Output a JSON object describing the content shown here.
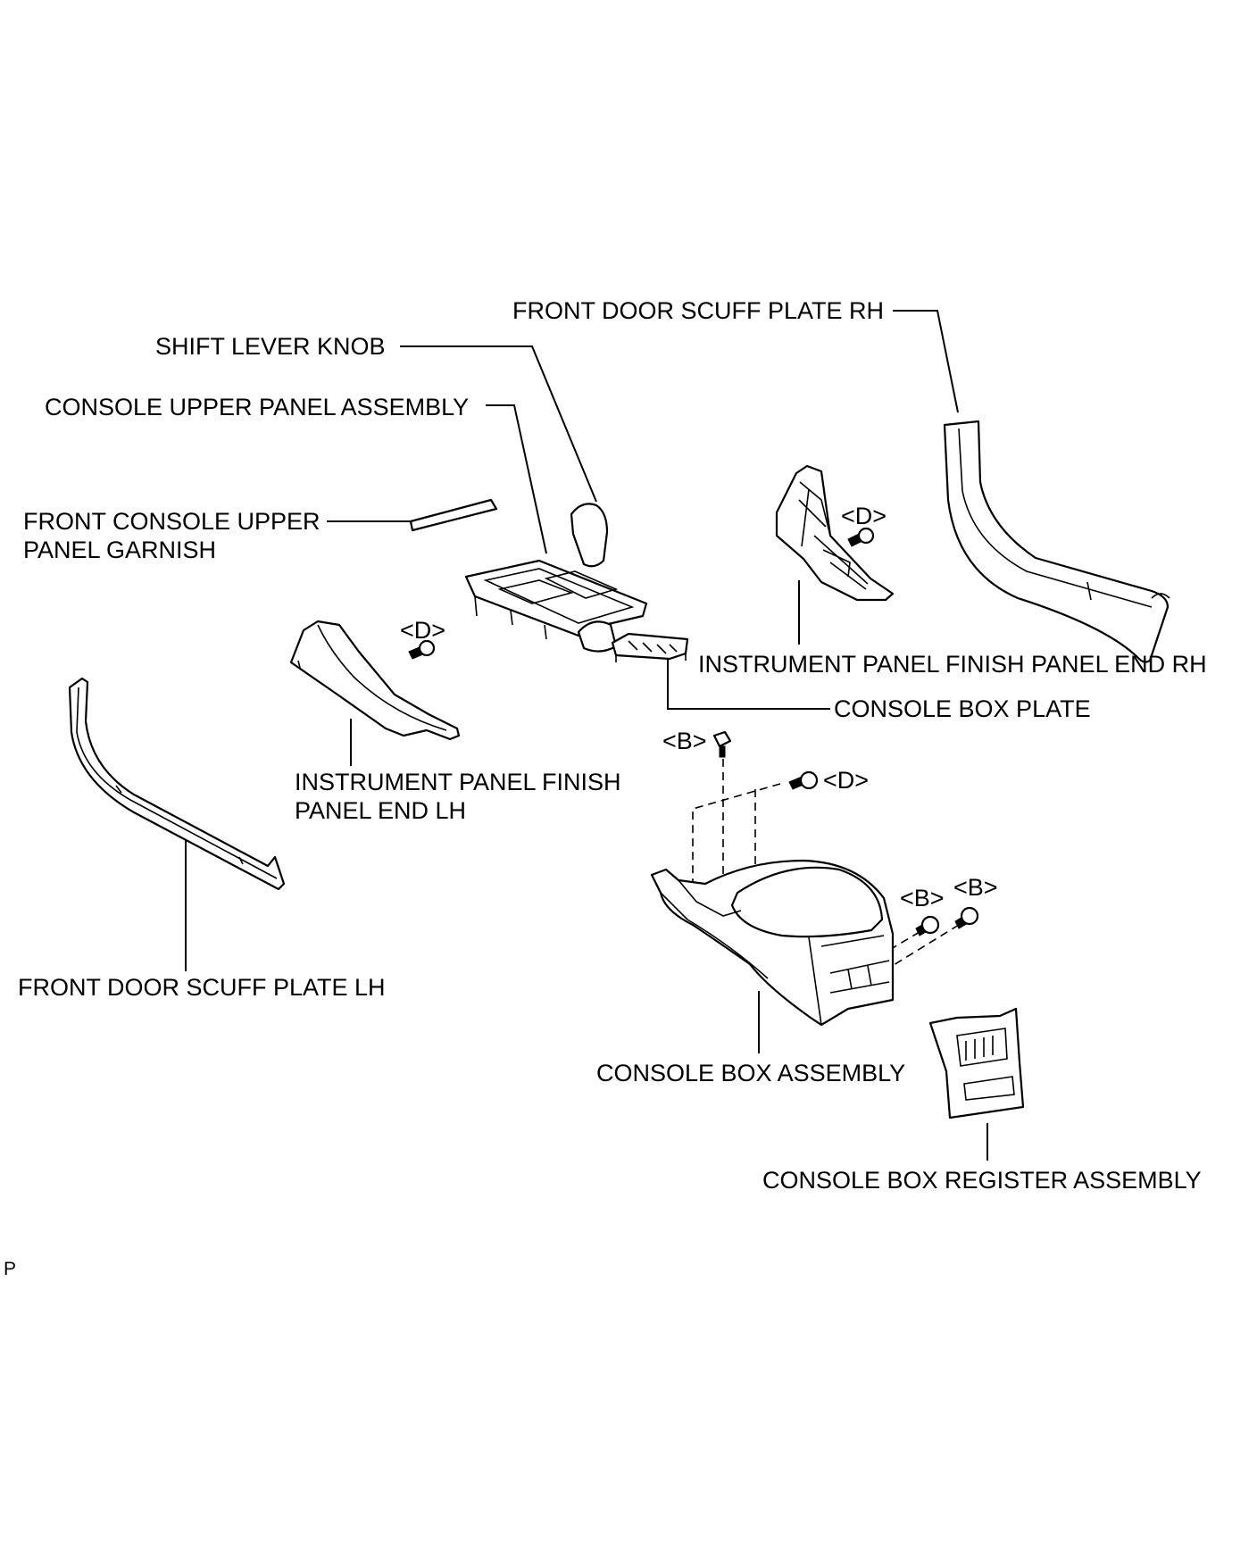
{
  "labels": {
    "front_door_scuff_plate_rh": "FRONT DOOR SCUFF PLATE RH",
    "shift_lever_knob": "SHIFT LEVER KNOB",
    "console_upper_panel_assembly": "CONSOLE UPPER PANEL ASSEMBLY",
    "front_console_upper_panel_garnish_line1": "FRONT CONSOLE UPPER",
    "front_console_upper_panel_garnish_line2": "PANEL GARNISH",
    "instrument_panel_finish_panel_end_rh": "INSTRUMENT PANEL FINISH PANEL END RH",
    "console_box_plate": "CONSOLE BOX PLATE",
    "instrument_panel_finish_panel_end_lh_line1": "INSTRUMENT PANEL FINISH",
    "instrument_panel_finish_panel_end_lh_line2": "PANEL END LH",
    "front_door_scuff_plate_lh": "FRONT DOOR SCUFF PLATE LH",
    "console_box_assembly": "CONSOLE BOX ASSEMBLY",
    "console_box_register_assembly": "CONSOLE BOX REGISTER ASSEMBLY"
  },
  "fastener_marks": {
    "d_rh": "<D>",
    "d_lh": "<D>",
    "b_top": "<B>",
    "d_console": "<D>",
    "b_right1": "<B>",
    "b_right2": "<B>"
  },
  "corner_mark": "P"
}
